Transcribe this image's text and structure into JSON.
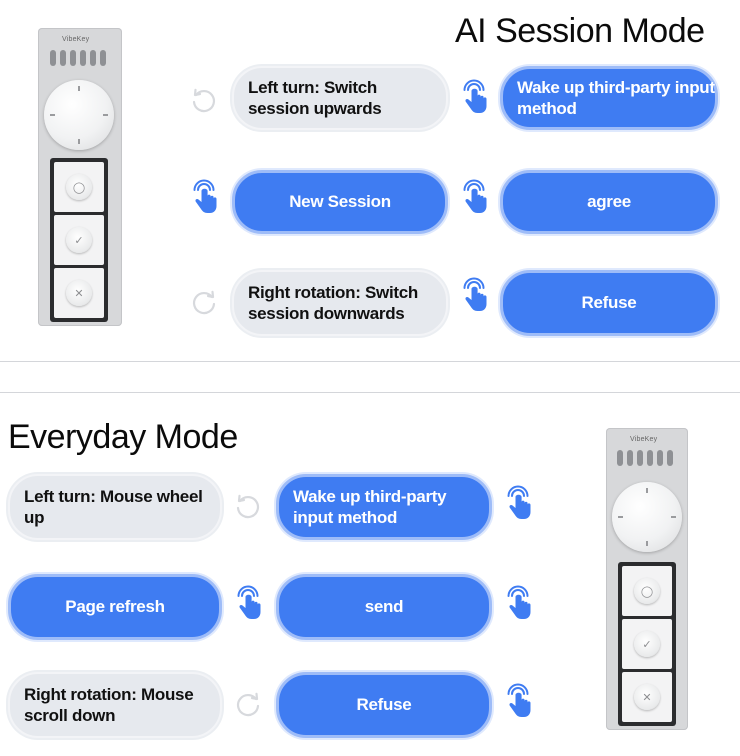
{
  "ai_session": {
    "title": "AI Session Mode",
    "device_brand": "VibeKey",
    "rows": [
      {
        "left_label": "Left turn: Switch session upwards",
        "right_label": "Wake up third-party input method"
      },
      {
        "left_label": "New Session",
        "right_label": "agree"
      },
      {
        "left_label": "Right rotation: Switch session downwards",
        "right_label": "Refuse"
      }
    ]
  },
  "everyday": {
    "title": "Everyday Mode",
    "device_brand": "VibeKey",
    "rows": [
      {
        "left_label": "Left turn: Mouse wheel up",
        "right_label": "Wake up third-party input method"
      },
      {
        "left_label": "Page refresh",
        "right_label": "send"
      },
      {
        "left_label": "Right rotation: Mouse scroll down",
        "right_label": "Refuse"
      }
    ]
  },
  "icons": {
    "rotate": "rotate-arrow-icon",
    "tap": "finger-tap-icon",
    "mic": "microphone-icon",
    "check": "check-icon",
    "cancel": "cancel-icon"
  },
  "colors": {
    "accent_blue": "#3f7cf2",
    "grey_pill": "#e6e9ee",
    "divider": "#d4d6da"
  }
}
